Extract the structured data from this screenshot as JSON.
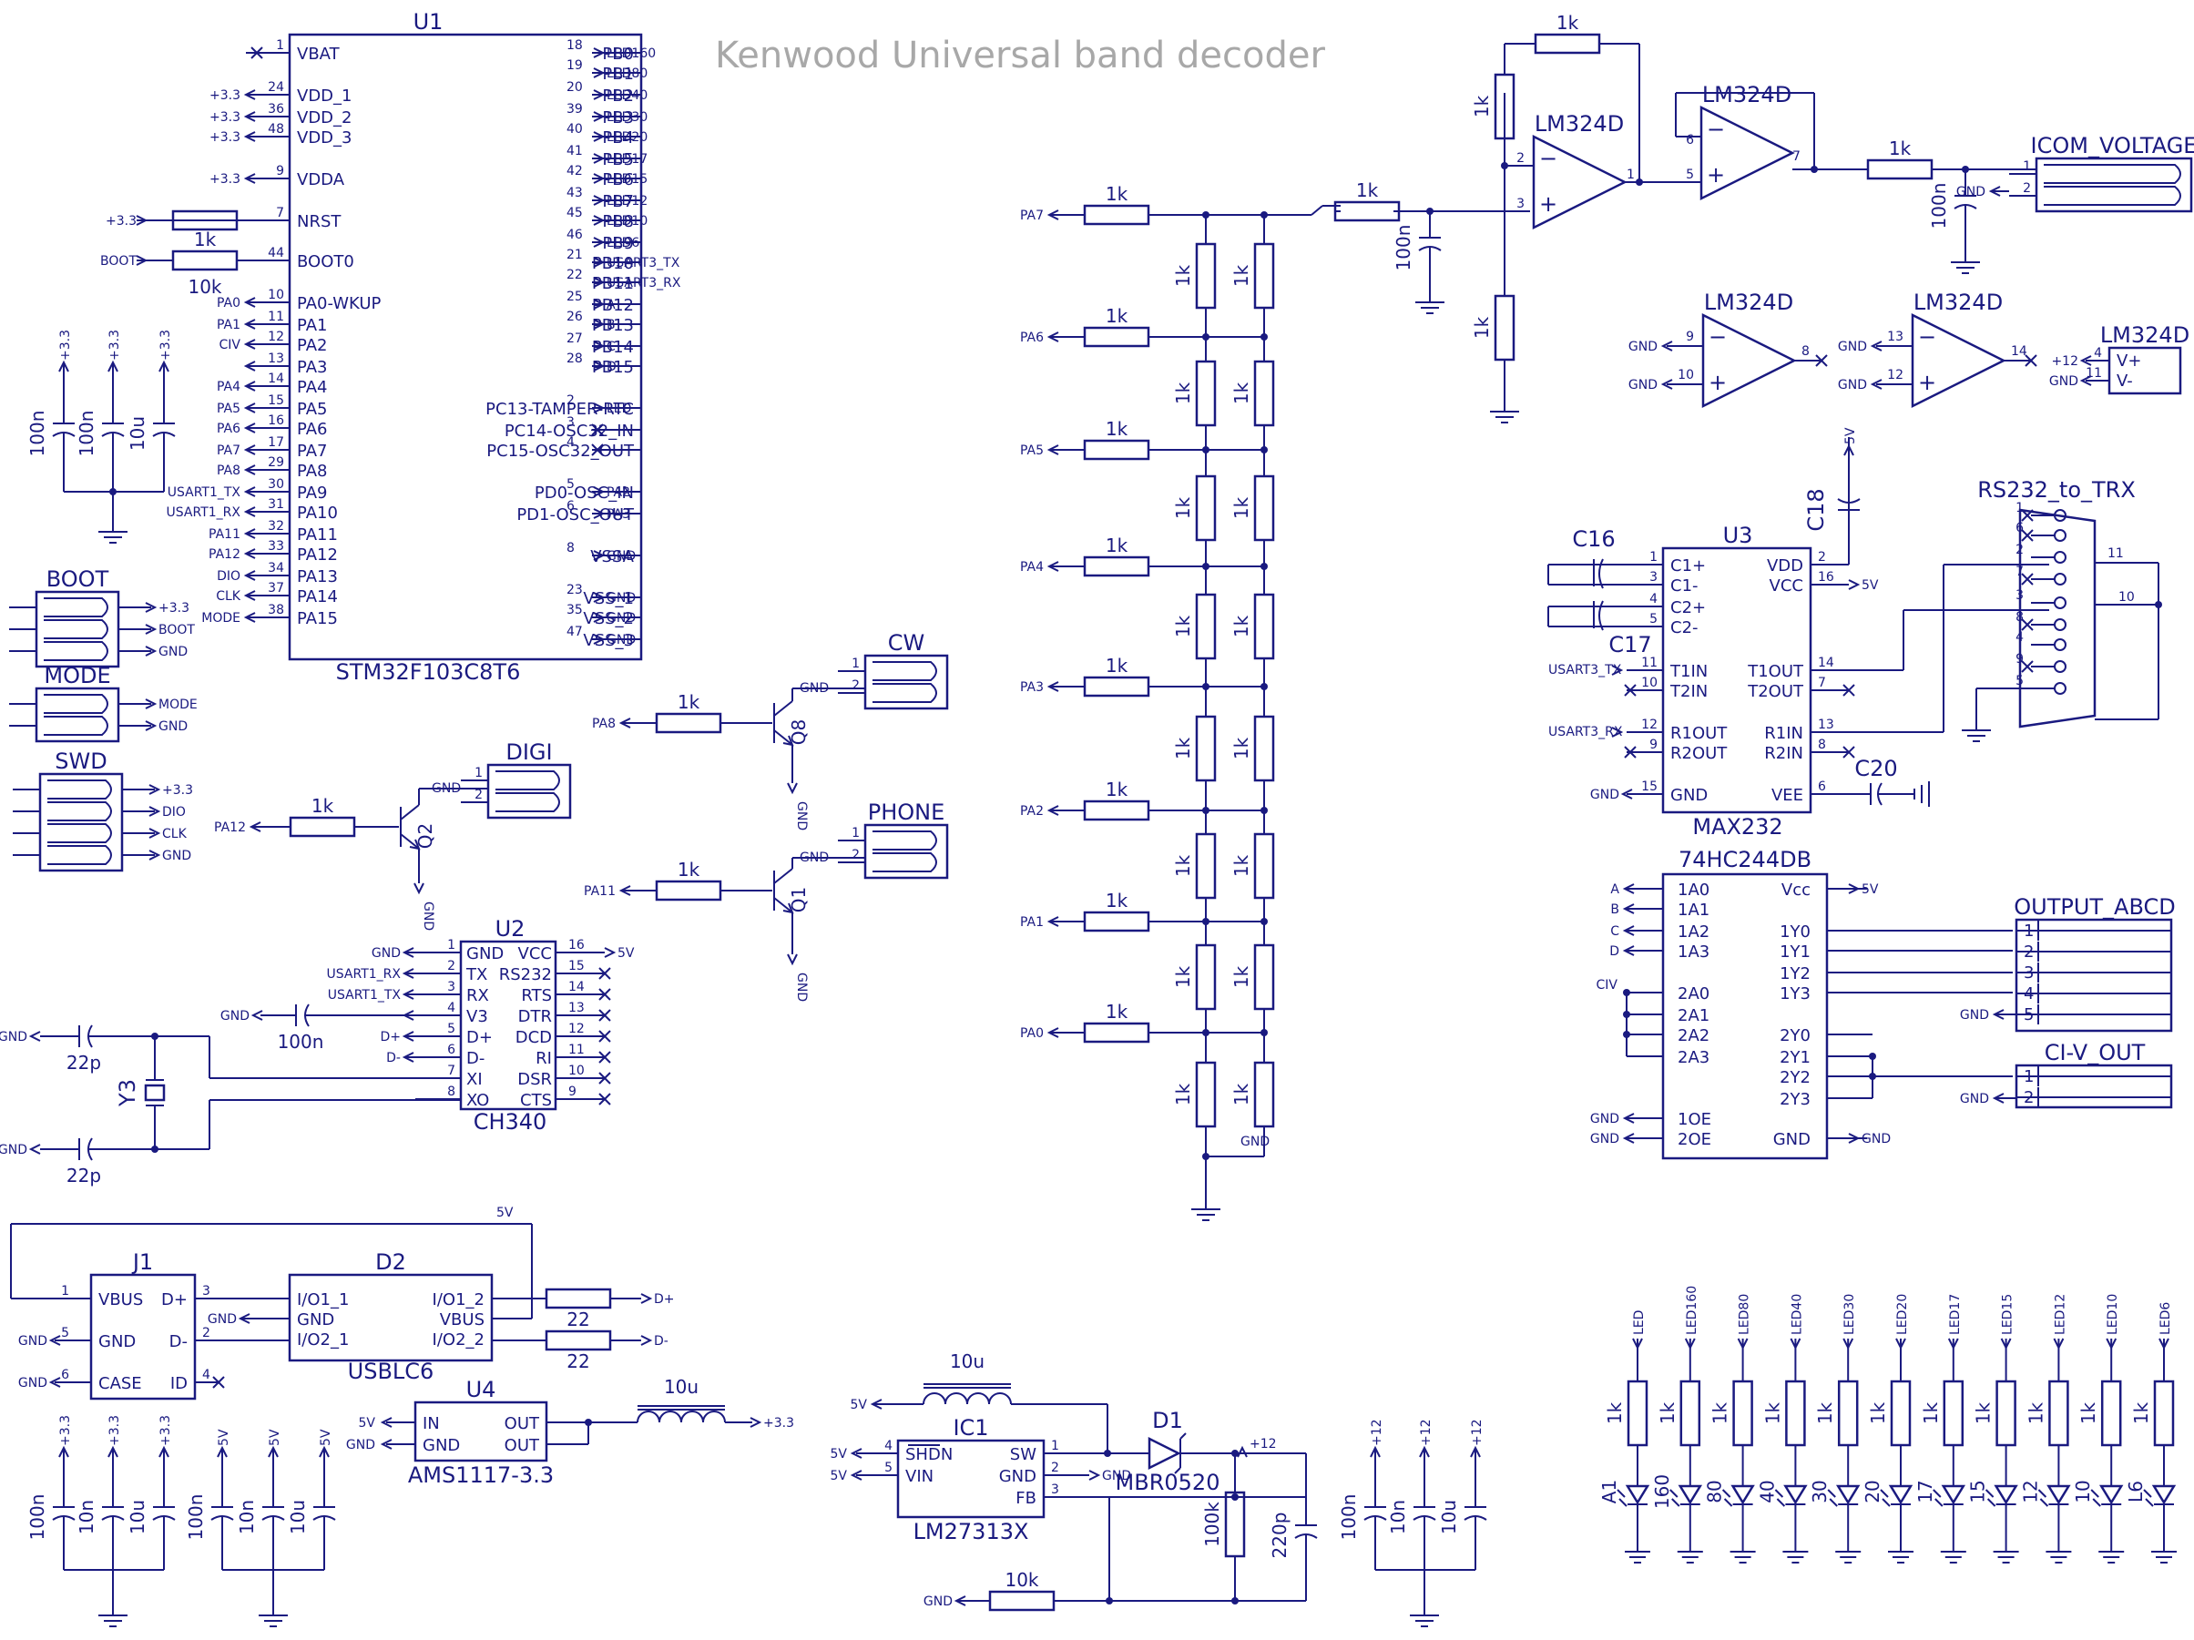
{
  "title": "Kenwood Universal band decoder",
  "u1": {
    "ref": "U1",
    "part": "STM32F103C8T6",
    "left_pins": [
      {
        "num": "1",
        "name": "VBAT",
        "net": ""
      },
      {
        "num": "24",
        "name": "VDD_1",
        "net": "+3.3"
      },
      {
        "num": "36",
        "name": "VDD_2",
        "net": "+3.3"
      },
      {
        "num": "48",
        "name": "VDD_3",
        "net": "+3.3"
      },
      {
        "num": "9",
        "name": "VDDA",
        "net": "+3.3"
      },
      {
        "num": "7",
        "name": "NRST",
        "net": "+3.3"
      },
      {
        "num": "44",
        "name": "BOOT0",
        "net": "BOOT"
      },
      {
        "num": "10",
        "name": "PA0-WKUP",
        "net": "PA0"
      },
      {
        "num": "11",
        "name": "PA1",
        "net": "PA1"
      },
      {
        "num": "12",
        "name": "PA2",
        "net": "CIV"
      },
      {
        "num": "13",
        "name": "PA3",
        "net": ""
      },
      {
        "num": "14",
        "name": "PA4",
        "net": "PA4"
      },
      {
        "num": "15",
        "name": "PA5",
        "net": "PA5"
      },
      {
        "num": "16",
        "name": "PA6",
        "net": "PA6"
      },
      {
        "num": "17",
        "name": "PA7",
        "net": "PA7"
      },
      {
        "num": "29",
        "name": "PA8",
        "net": "PA8"
      },
      {
        "num": "30",
        "name": "PA9",
        "net": "USART1_TX"
      },
      {
        "num": "31",
        "name": "PA10",
        "net": "USART1_RX"
      },
      {
        "num": "32",
        "name": "PA11",
        "net": "PA11"
      },
      {
        "num": "33",
        "name": "PA12",
        "net": "PA12"
      },
      {
        "num": "34",
        "name": "PA13",
        "net": "DIO"
      },
      {
        "num": "37",
        "name": "PA14",
        "net": "CLK"
      },
      {
        "num": "38",
        "name": "PA15",
        "net": "MODE"
      }
    ],
    "right_pins": [
      {
        "num": "18",
        "name": "PB0",
        "net": "LED160"
      },
      {
        "num": "19",
        "name": "PB1",
        "net": "LED80"
      },
      {
        "num": "20",
        "name": "PB2",
        "net": "LED40"
      },
      {
        "num": "39",
        "name": "PB3",
        "net": "LED30"
      },
      {
        "num": "40",
        "name": "PB4",
        "net": "LED20"
      },
      {
        "num": "41",
        "name": "PB5",
        "net": "LED17"
      },
      {
        "num": "42",
        "name": "PB6",
        "net": "LED15"
      },
      {
        "num": "43",
        "name": "PB7",
        "net": "LED12"
      },
      {
        "num": "45",
        "name": "PB8",
        "net": "LED10"
      },
      {
        "num": "46",
        "name": "PB9",
        "net": "LED6"
      },
      {
        "num": "21",
        "name": "PB10",
        "net": "USART3_TX"
      },
      {
        "num": "22",
        "name": "PB11",
        "net": "USART3_RX"
      },
      {
        "num": "25",
        "name": "PB12",
        "net": "A"
      },
      {
        "num": "26",
        "name": "PB13",
        "net": "B"
      },
      {
        "num": "27",
        "name": "PB14",
        "net": "C"
      },
      {
        "num": "28",
        "name": "PB15",
        "net": "D"
      },
      {
        "num": "2",
        "name": "PC13-TAMPER-RTC",
        "net": "LED"
      },
      {
        "num": "3",
        "name": "PC14-OSC32_IN",
        "net": ""
      },
      {
        "num": "4",
        "name": "PC15-OSC32_OUT",
        "net": ""
      },
      {
        "num": "5",
        "name": "PD0-OSC_IN",
        "net": "PA2"
      },
      {
        "num": "6",
        "name": "PD1-OSC_OUT",
        "net": "PA3"
      },
      {
        "num": "8",
        "name": "VSSA",
        "net": "GND"
      },
      {
        "num": "23",
        "name": "VSS_1",
        "net": "GND"
      },
      {
        "num": "35",
        "name": "VSS_2",
        "net": "GND"
      },
      {
        "num": "47",
        "name": "VSS_3",
        "net": "GND"
      }
    ]
  },
  "nrst": {
    "net": "+3.3"
  },
  "boot_res": {
    "net": "BOOT",
    "value": "1k",
    "value2": "10k"
  },
  "decoupling_u1": {
    "nets": [
      "+3.3",
      "+3.3",
      "+3.3"
    ],
    "values": [
      "100n",
      "100n",
      "10u",
      ""
    ]
  },
  "conn_boot": {
    "label": "BOOT",
    "nets": [
      "+3.3",
      "BOOT",
      "GND"
    ]
  },
  "conn_mode": {
    "label": "MODE",
    "nets": [
      "MODE",
      "GND"
    ]
  },
  "conn_swd": {
    "label": "SWD",
    "nets": [
      "+3.3",
      "DIO",
      "CLK",
      "GND"
    ]
  },
  "q2": {
    "ref": "Q2",
    "res": "1k",
    "net": "PA12",
    "gnd": "GND",
    "conn": "DIGI",
    "conn_nets": [
      "GND"
    ],
    "pins": [
      "1",
      "2"
    ]
  },
  "q3": {
    "ref": "Q3",
    "res": "1k",
    "net": "PA8",
    "gnd": "GND",
    "conn": "CW",
    "conn_nets": [
      "GND"
    ],
    "pins": [
      "1",
      "2"
    ]
  },
  "q1": {
    "ref": "Q1",
    "res": "1k",
    "net": "PA11",
    "gnd": "GND",
    "conn": "PHONE",
    "conn_nets": [
      "GND"
    ],
    "pins": [
      "1",
      "2"
    ]
  },
  "u2": {
    "ref": "U2",
    "part": "CH340",
    "left_pins": [
      {
        "num": "1",
        "name": "GND",
        "net": "GND"
      },
      {
        "num": "2",
        "name": "TX",
        "net": "USART1_RX"
      },
      {
        "num": "3",
        "name": "RX",
        "net": "USART1_TX"
      },
      {
        "num": "4",
        "name": "V3",
        "net": "GND"
      },
      {
        "num": "5",
        "name": "D+",
        "net": "D+"
      },
      {
        "num": "6",
        "name": "D-",
        "net": "D-"
      },
      {
        "num": "7",
        "name": "XI",
        "net": ""
      },
      {
        "num": "8",
        "name": "XO",
        "net": ""
      }
    ],
    "right_pins": [
      {
        "num": "16",
        "name": "VCC",
        "net": "5V"
      },
      {
        "num": "15",
        "name": "RS232",
        "net": ""
      },
      {
        "num": "14",
        "name": "RTS",
        "net": ""
      },
      {
        "num": "13",
        "name": "DTR",
        "net": ""
      },
      {
        "num": "12",
        "name": "DCD",
        "net": ""
      },
      {
        "num": "11",
        "name": "RI",
        "net": ""
      },
      {
        "num": "10",
        "name": "DSR",
        "net": ""
      },
      {
        "num": "9",
        "name": "CTS",
        "net": ""
      }
    ],
    "v3cap": "100n"
  },
  "crystal": {
    "ref": "Y3",
    "cap1": "22p",
    "cap2": "22p",
    "gnd": "GND"
  },
  "j1": {
    "ref": "J1",
    "left": [
      "VBUS",
      "GND",
      "CASE"
    ],
    "right": [
      "D+",
      "D-",
      "ID"
    ],
    "lnum": [
      "1",
      "5",
      "6"
    ],
    "rnum": [
      "3",
      "2",
      "4"
    ],
    "gnd": "GND"
  },
  "d2": {
    "ref": "D2",
    "part": "USBLC6",
    "left": [
      "I/O1_1",
      "GND",
      "I/O2_1"
    ],
    "right": [
      "I/O1_2",
      "VBUS",
      "I/O2_2"
    ],
    "gnd": "GND",
    "net5v": "5V"
  },
  "usb_res": {
    "value": "22",
    "value2": "22",
    "nets": [
      "D+",
      "D-"
    ]
  },
  "u4": {
    "ref": "U4",
    "part": "AMS1117-3.3",
    "left": [
      "IN",
      "GND"
    ],
    "right": [
      "OUT",
      "OUT"
    ],
    "nets": [
      "5V",
      "GND"
    ],
    "inductor": "10u",
    "out": "+3.3"
  },
  "decoupling_33": {
    "nets": [
      "+3.3",
      "+3.3",
      "+3.3"
    ],
    "values": [
      "100n",
      "10n",
      "10u"
    ]
  },
  "decoupling_5": {
    "nets": [
      "5V",
      "5V",
      "5V"
    ],
    "values": [
      "100n",
      "10n",
      "10u"
    ]
  },
  "ic1": {
    "ref": "IC1",
    "part": "LM27313X",
    "left": [
      "SHDN",
      "VIN"
    ],
    "lnum": [
      "4",
      "5"
    ],
    "right": [
      "SW",
      "GND",
      "FB"
    ],
    "rnum": [
      "1",
      "2",
      "3"
    ],
    "nets": [
      "5V",
      "5V"
    ],
    "gnd": "GND",
    "l": "10u",
    "lnet": "5V",
    "diode": "D1",
    "diode_part": "MBR0520",
    "out": "+12",
    "r1": "100k",
    "c": "220p",
    "r2": "10k",
    "r2net": "GND"
  },
  "decoupling_12": {
    "nets": [
      "+12",
      "+12",
      "+12"
    ],
    "values": [
      "100n",
      "10n",
      "10u"
    ]
  },
  "ladder": {
    "nets": [
      "PA7",
      "PA6",
      "PA5",
      "PA4",
      "PA3",
      "PA2",
      "PA1",
      "PA0"
    ],
    "series": "1k",
    "rung": "1k",
    "gnd": "GND"
  },
  "opamp": {
    "in_res": "1k",
    "cap": "100n",
    "fb": "1k",
    "r_top": "1k",
    "r_bot": "1k",
    "out_res": "1k",
    "out_cap": "100n",
    "label": "LM324D",
    "pins": {
      "a_in_n": "2",
      "a_in_p": "3",
      "a_out": "1",
      "b_in_n": "6",
      "b_in_p": "5",
      "b_out": "7"
    },
    "conn": "ICOM_VOLTAGE",
    "conn_pins": [
      "1",
      "2"
    ],
    "conn_gnd": "GND"
  },
  "opamp_unused": [
    {
      "label": "LM324D",
      "pins": [
        "9",
        "10",
        "8"
      ],
      "nets": [
        "GND",
        "GND"
      ]
    },
    {
      "label": "LM324D",
      "pins": [
        "13",
        "12",
        "14"
      ],
      "nets": [
        "GND",
        "GND"
      ]
    }
  ],
  "opamp_power": {
    "label": "LM324D",
    "pins": [
      "4",
      "11"
    ],
    "names": [
      "V+",
      "V-"
    ],
    "nets": [
      "+12",
      "GND"
    ]
  },
  "u3": {
    "ref": "U3",
    "part": "MAX232",
    "left": [
      "C1+",
      "C1-",
      "C2+",
      "C2-",
      "T1IN",
      "T2IN",
      "R1OUT",
      "R2OUT",
      "GND"
    ],
    "lnum": [
      "1",
      "3",
      "4",
      "5",
      "11",
      "10",
      "12",
      "9",
      "15"
    ],
    "right": [
      "VDD",
      "VCC",
      "T1OUT",
      "T2OUT",
      "R1IN",
      "R2IN",
      "VEE"
    ],
    "rnum": [
      "2",
      "16",
      "14",
      "7",
      "13",
      "8",
      "6"
    ],
    "nets": {
      "tin": "USART3_TX",
      "rout": "USART3_RX",
      "gnd": "GND",
      "vcc": "5V",
      "c18net": "5V"
    },
    "caps": [
      "C16",
      "C17",
      "C18",
      "C20"
    ]
  },
  "db9": {
    "label": "RS232_to_TRX",
    "pins": [
      "1",
      "6",
      "2",
      "7",
      "3",
      "8",
      "4",
      "9",
      "5"
    ],
    "shell": [
      "11",
      "10"
    ]
  },
  "u5": {
    "part": "74HC244DB",
    "left": [
      "1A0",
      "1A1",
      "1A2",
      "1A3",
      "2A0",
      "2A1",
      "2A2",
      "2A3",
      "1OE",
      "2OE"
    ],
    "right": [
      "Vcc",
      "1Y0",
      "1Y1",
      "1Y2",
      "1Y3",
      "2Y0",
      "2Y1",
      "2Y2",
      "2Y3",
      "GND"
    ],
    "nets": {
      "a": [
        "A",
        "B",
        "C",
        "D"
      ],
      "civ": "CIV",
      "vcc": "5V",
      "gnd": "GND",
      "oe": [
        "GND",
        "GND"
      ]
    }
  },
  "out_abcd": {
    "label": "OUTPUT_ABCD",
    "pins": [
      "1",
      "2",
      "3",
      "4",
      "5"
    ],
    "gnd": "GND"
  },
  "civ_out": {
    "label": "CI-V_OUT",
    "pins": [
      "1",
      "2"
    ],
    "gnd": "GND"
  },
  "leds": {
    "nets": [
      "LED",
      "LED160",
      "LED80",
      "LED40",
      "LED30",
      "LED20",
      "LED17",
      "LED15",
      "LED12",
      "LED10",
      "LED6"
    ],
    "labels": [
      "A1",
      "160",
      "80",
      "40",
      "30",
      "20",
      "17",
      "15",
      "12",
      "10",
      "L6"
    ],
    "res": "1k"
  }
}
